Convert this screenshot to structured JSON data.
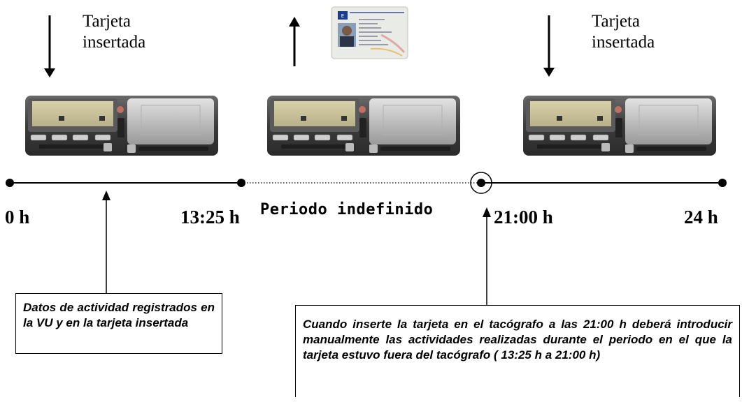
{
  "labels": {
    "card_inserted_left": "Tarjeta insertada",
    "card_inserted_right": "Tarjeta insertada"
  },
  "timeline": {
    "t0": "0 h",
    "t1": "13:25 h",
    "period": "Periodo indefinido",
    "t2": "21:00 h",
    "t3": "24 h"
  },
  "boxes": {
    "left": "Datos de actividad registrados en la VU y en la tarjeta insertada",
    "right": "Cuando inserte la tarjeta en el tacógrafo a las 21:00 h deberá introducir manualmente las actividades realizadas durante el periodo en el que la tarjeta estuvo fuera del tacógrafo ( 13:25 h a 21:00 h)"
  },
  "colors": {
    "line": "#000000",
    "device_body": "#4a4a4a",
    "screen": "#c9c29a",
    "card_blue": "#1a3d8f"
  }
}
